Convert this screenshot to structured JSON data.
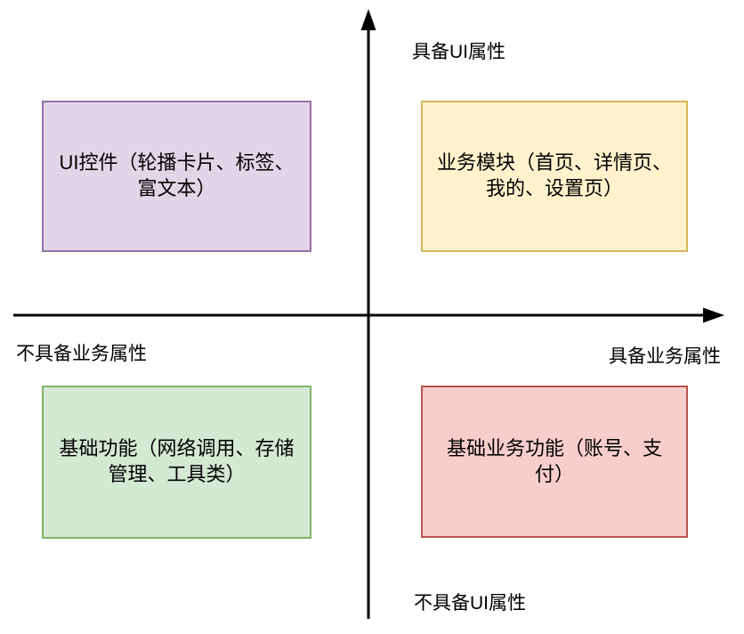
{
  "diagram": {
    "type": "quadrant-diagram",
    "axes": {
      "color": "#000000",
      "y_positive_label": "具备UI属性",
      "y_negative_label": "不具备UI属性",
      "x_positive_label": "具备业务属性",
      "x_negative_label": "不具备业务属性"
    },
    "quadrants": [
      {
        "position": "top-left",
        "label": "UI控件（轮播卡片、标签、\n富文本）",
        "fill": "#E1D5E7",
        "stroke": "#9673A6"
      },
      {
        "position": "top-right",
        "label": "业务模块（首页、详情页、\n我的、设置页）",
        "fill": "#FFF2CC",
        "stroke": "#D6B656"
      },
      {
        "position": "bottom-left",
        "label": "基础功能（网络调用、存储\n管理、工具类）",
        "fill": "#D5E8D4",
        "stroke": "#82B366"
      },
      {
        "position": "bottom-right",
        "label": "基础业务功能（账号、支\n付）",
        "fill": "#F8CECC",
        "stroke": "#B85450"
      }
    ]
  }
}
